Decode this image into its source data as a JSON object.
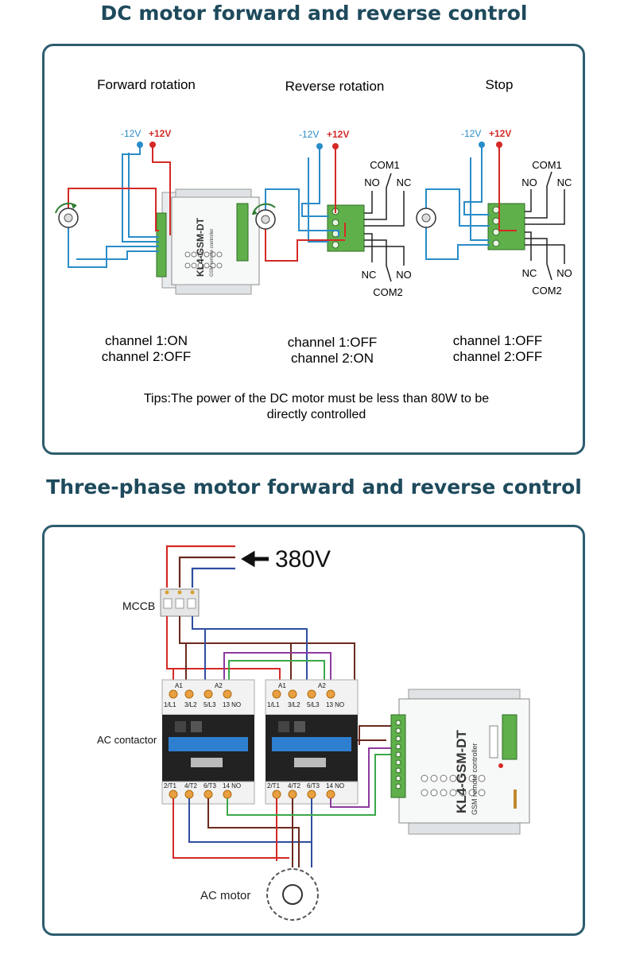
{
  "section1": {
    "title": "DC motor forward and reverse control",
    "columns": [
      {
        "heading": "Forward rotation",
        "status_line1": "channel 1:ON",
        "status_line2": "channel 2:OFF"
      },
      {
        "heading": "Reverse rotation",
        "status_line1": "channel 1:OFF",
        "status_line2": "channel 2:ON"
      },
      {
        "heading": "Stop",
        "status_line1": "channel 1:OFF",
        "status_line2": "channel 2:OFF"
      }
    ],
    "neg_label": "-12V",
    "pos_label": "+12V",
    "terminals": {
      "com1": "COM1",
      "com2": "COM2",
      "no": "NO",
      "nc": "NC"
    },
    "tips_line1": "Tips:The power of the DC motor must be less than 80W to be",
    "tips_line2": "directly controlled"
  },
  "section2": {
    "title": "Three-phase motor forward and reverse control",
    "voltage": "380V",
    "mccb_label": "MCCB",
    "contactor_label": "AC contactor",
    "motor_label": "AC motor",
    "top_terminals": [
      "A1",
      "1/L1",
      "3/L2",
      "5/L3",
      "A2",
      "13 NO"
    ],
    "bottom_terminals": [
      "2/T1",
      "4/T2",
      "6/T3",
      "14 NO"
    ]
  },
  "device": {
    "model": "KL4-GSM-DT",
    "subtitle": "GSM remote controller"
  },
  "colors": {
    "accent": "#1e4a5c",
    "border": "#2c5d6f",
    "red_wire": "#d42a26",
    "blue_wire": "#2a8cc8",
    "dark_blue_wire": "#2f4ea0",
    "brown_wire": "#6b2a1e",
    "green_wire": "#3aa84a",
    "purple_wire": "#8e3aa0",
    "terminal_green": "#5fb04a"
  }
}
